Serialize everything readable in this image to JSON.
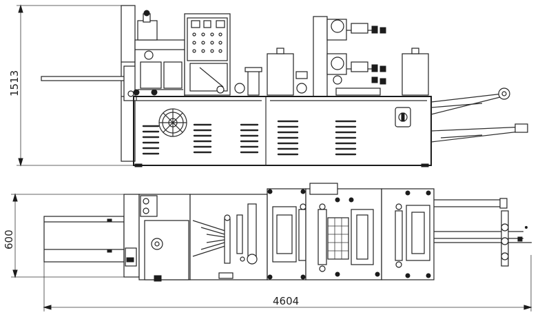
{
  "diagram": {
    "dimensions": {
      "height": "1513",
      "width": "600",
      "length": "4604"
    }
  }
}
